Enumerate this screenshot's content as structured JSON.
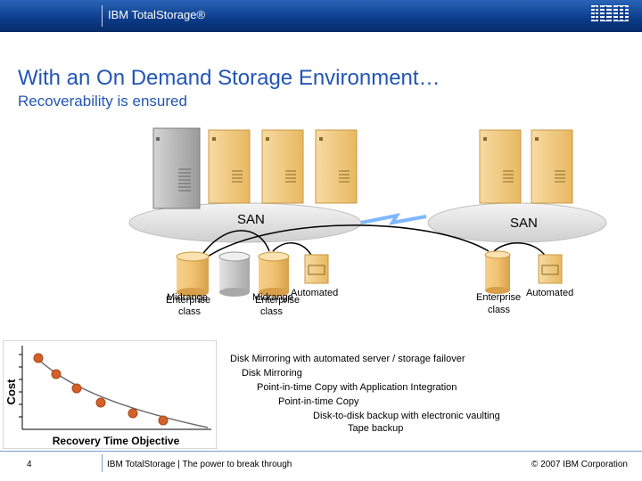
{
  "header": {
    "brand": "IBM TotalStorage®",
    "logo_text": "IBM"
  },
  "title": "With an On Demand Storage Environment…",
  "subtitle": "Recoverability is ensured",
  "diagram": {
    "san_left": "SAN",
    "san_right": "SAN",
    "storage_labels": {
      "left_1a": "Midrange",
      "left_1b": "Enterprise",
      "left_1c": "class",
      "mid_1a": "Midrange",
      "mid_1b": "Enterprise",
      "mid_1c": "class",
      "mid_auto": "Automated",
      "right_a": "Enterprise",
      "right_auto": "Automated",
      "right_c": "class"
    }
  },
  "chart": {
    "ylabel": "Cost",
    "xlabel": "Recovery Time Objective"
  },
  "rto_scale": [
    "Disk Mirroring with automated server / storage failover",
    "Disk Mirroring",
    "Point-in-time Copy with Application Integration",
    "Point-in-time Copy",
    "Disk-to-disk backup with electronic vaulting",
    "Tape backup"
  ],
  "footer": {
    "page_number": "4",
    "tagline": "IBM TotalStorage  |  The power to break through",
    "copyright": "© 2007 IBM Corporation"
  },
  "colors": {
    "accent": "#2255b5",
    "header_bg": "#0b3b88",
    "dot": "#d4602a",
    "server": "#f0c67a"
  }
}
